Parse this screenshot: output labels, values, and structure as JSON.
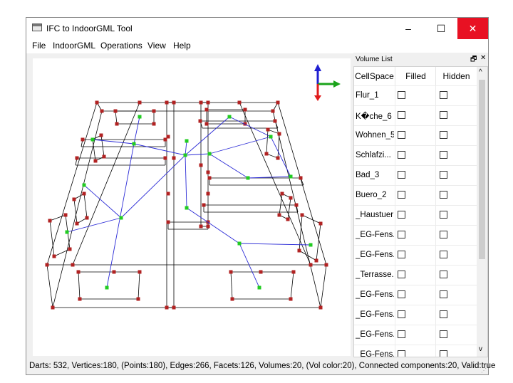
{
  "window": {
    "title": "IFC to IndoorGML Tool"
  },
  "controls": {
    "minimize": "–",
    "maximize": "☐",
    "close": "✕"
  },
  "menu": [
    "File",
    "IndoorGML",
    "Operations",
    "View",
    "Help"
  ],
  "dock": {
    "title": "Volume List",
    "float_icon": "🗗",
    "close_icon": "✕",
    "headers": [
      "CellSpace",
      "Filled",
      "Hidden"
    ],
    "rows": [
      {
        "name": "Flur_1",
        "filled": false,
        "hidden": false
      },
      {
        "name": "K�che_6",
        "filled": false,
        "hidden": false
      },
      {
        "name": "Wohnen_5",
        "filled": false,
        "hidden": false
      },
      {
        "name": "Schlafzi...",
        "filled": false,
        "hidden": false
      },
      {
        "name": "Bad_3",
        "filled": false,
        "hidden": false
      },
      {
        "name": "Buero_2",
        "filled": false,
        "hidden": false
      },
      {
        "name": "_Haustuer",
        "filled": false,
        "hidden": false
      },
      {
        "name": "_EG-Fens...",
        "filled": false,
        "hidden": false
      },
      {
        "name": "_EG-Fens...",
        "filled": false,
        "hidden": false
      },
      {
        "name": "_Terrasse...",
        "filled": false,
        "hidden": false
      },
      {
        "name": "_EG-Fens...",
        "filled": false,
        "hidden": false
      },
      {
        "name": "_EG-Fens...",
        "filled": false,
        "hidden": false
      },
      {
        "name": "_EG-Fens...",
        "filled": false,
        "hidden": false
      },
      {
        "name": "_EG-Fens...",
        "filled": false,
        "hidden": false
      }
    ],
    "scroll_up": "^",
    "scroll_down": "v"
  },
  "status": "Darts: 532,  Vertices:180,  (Points:180),  Edges:266,  Facets:126,  Volumes:20,  (Vol color:20),  Connected components:20,  Valid:true",
  "colors": {
    "edge": "#000000",
    "vertex": "#b22222",
    "node": "#22cc22",
    "link": "#2b2bd6",
    "axis_x": "#1aa31a",
    "axis_y": "#1f1fd1",
    "axis_z": "#e01b1b"
  }
}
